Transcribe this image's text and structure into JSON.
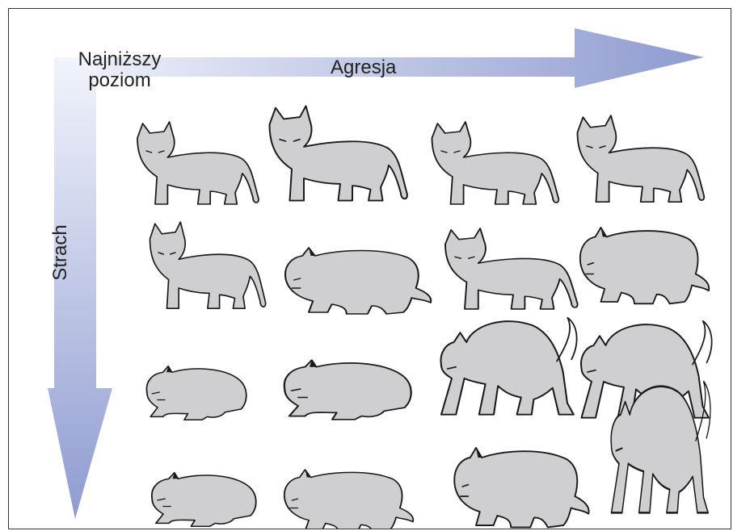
{
  "axes": {
    "horizontal": {
      "label": "Agresja"
    },
    "vertical": {
      "label": "Strach"
    },
    "origin_label": "Najniższy\npoziom"
  },
  "colors": {
    "arrow_light": "#f2f4fb",
    "arrow_dark": "#8f9bd0",
    "cat_fill": "#cfcfd1",
    "outline": "#1a1a1a"
  },
  "grid": {
    "rows": 4,
    "columns": 4,
    "cells": [
      {
        "row": 1,
        "col": 1,
        "posture": "standing-neutral"
      },
      {
        "row": 1,
        "col": 2,
        "posture": "standing-alert"
      },
      {
        "row": 1,
        "col": 3,
        "posture": "standing-ears-flattened"
      },
      {
        "row": 1,
        "col": 4,
        "posture": "standing-tall-tail-down"
      },
      {
        "row": 2,
        "col": 1,
        "posture": "head-lowered"
      },
      {
        "row": 2,
        "col": 2,
        "posture": "stalking-low"
      },
      {
        "row": 2,
        "col": 3,
        "posture": "head-down-advancing"
      },
      {
        "row": 2,
        "col": 4,
        "posture": "hunched-hissing"
      },
      {
        "row": 3,
        "col": 1,
        "posture": "crouching"
      },
      {
        "row": 3,
        "col": 2,
        "posture": "crouching-tail-wrapped"
      },
      {
        "row": 3,
        "col": 3,
        "posture": "arched-back"
      },
      {
        "row": 3,
        "col": 4,
        "posture": "arched-back-tail-up"
      },
      {
        "row": 4,
        "col": 1,
        "posture": "cowering"
      },
      {
        "row": 4,
        "col": 2,
        "posture": "crouching-snarl"
      },
      {
        "row": 4,
        "col": 3,
        "posture": "hunched-defensive"
      },
      {
        "row": 4,
        "col": 4,
        "posture": "arched-facing-hissing"
      }
    ]
  }
}
